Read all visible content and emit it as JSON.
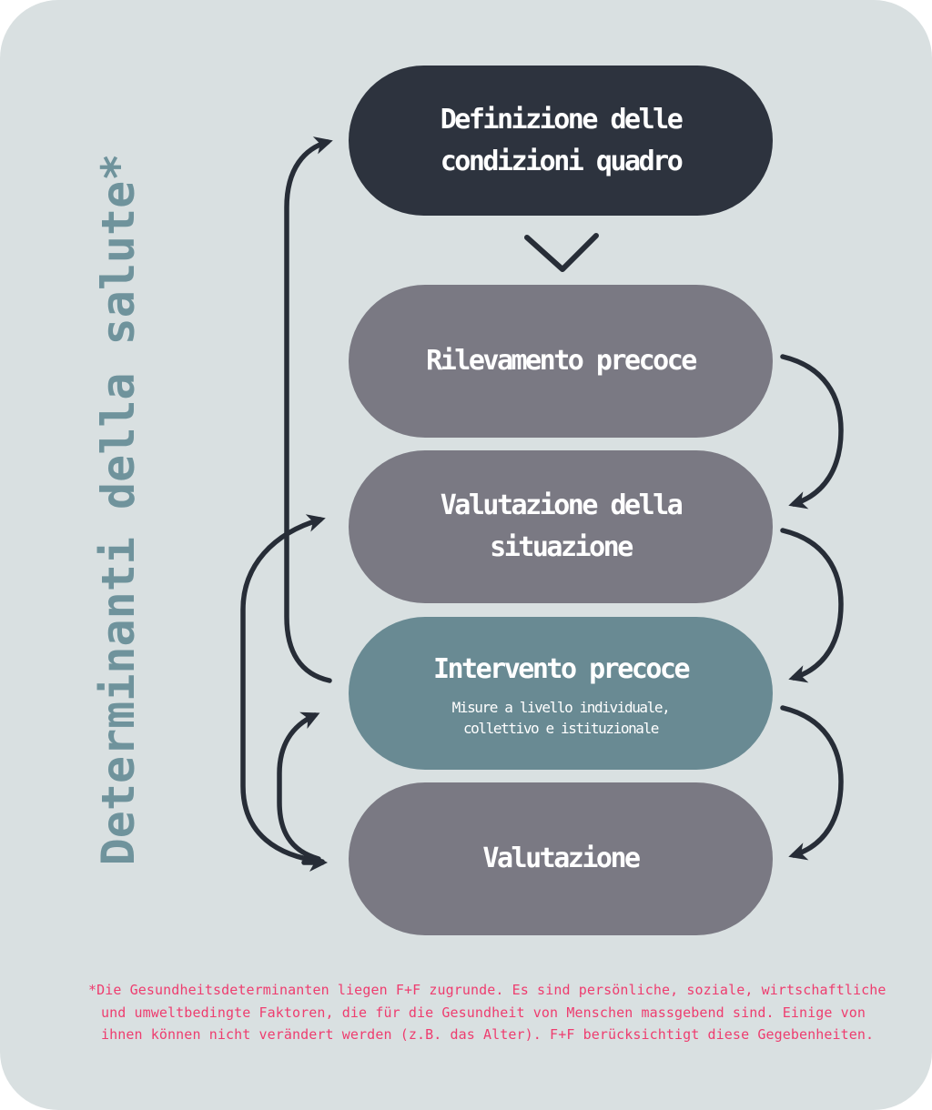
{
  "page": {
    "background_color": "#d9e0e1",
    "outer_color": "#ffffff"
  },
  "vertical_label": {
    "text": "Determinanti della salute*",
    "color": "#6f939c"
  },
  "flow": {
    "arrow_color": "#272d37",
    "boxes": [
      {
        "id": "definizione",
        "title": "Definizione delle\ncondizioni quadro",
        "color": "#2d333e",
        "text_color": "#ffffff"
      },
      {
        "id": "rilevamento",
        "title": "Rilevamento precoce",
        "color": "#7a7983",
        "text_color": "#ffffff"
      },
      {
        "id": "valutazione-situazione",
        "title": "Valutazione della\nsituazione",
        "color": "#7a7983",
        "text_color": "#ffffff"
      },
      {
        "id": "intervento",
        "title": "Intervento precoce",
        "subtitle": "Misure a livello individuale,\ncollettivo e istituzionale",
        "color": "#698a93",
        "text_color": "#ffffff"
      },
      {
        "id": "valutazione",
        "title": "Valutazione",
        "color": "#7a7983",
        "text_color": "#ffffff"
      }
    ],
    "connections": [
      "definizione -> rilevamento (chevron)",
      "rilevamento -> valutazione-situazione (right curve)",
      "valutazione-situazione -> intervento (right curve)",
      "intervento -> valutazione (right curve)",
      "intervento -> definizione (left curve)",
      "valutazione -> valutazione-situazione (left outer curve)",
      "valutazione -> intervento (left inner curve)",
      "arrowhead into valutazione (left)"
    ]
  },
  "footnote": {
    "color": "#ee3d6f",
    "line1": "*Die Gesundheitsdeterminanten liegen F+F zugrunde. Es sind persönliche, soziale, wirtschaftliche",
    "line2": "und umweltbedingte Faktoren, die für die Gesundheit von Menschen massgebend sind. Einige von",
    "line3": "ihnen können nicht verändert werden (z.B. das Alter). F+F berücksichtigt diese Gegebenheiten."
  }
}
